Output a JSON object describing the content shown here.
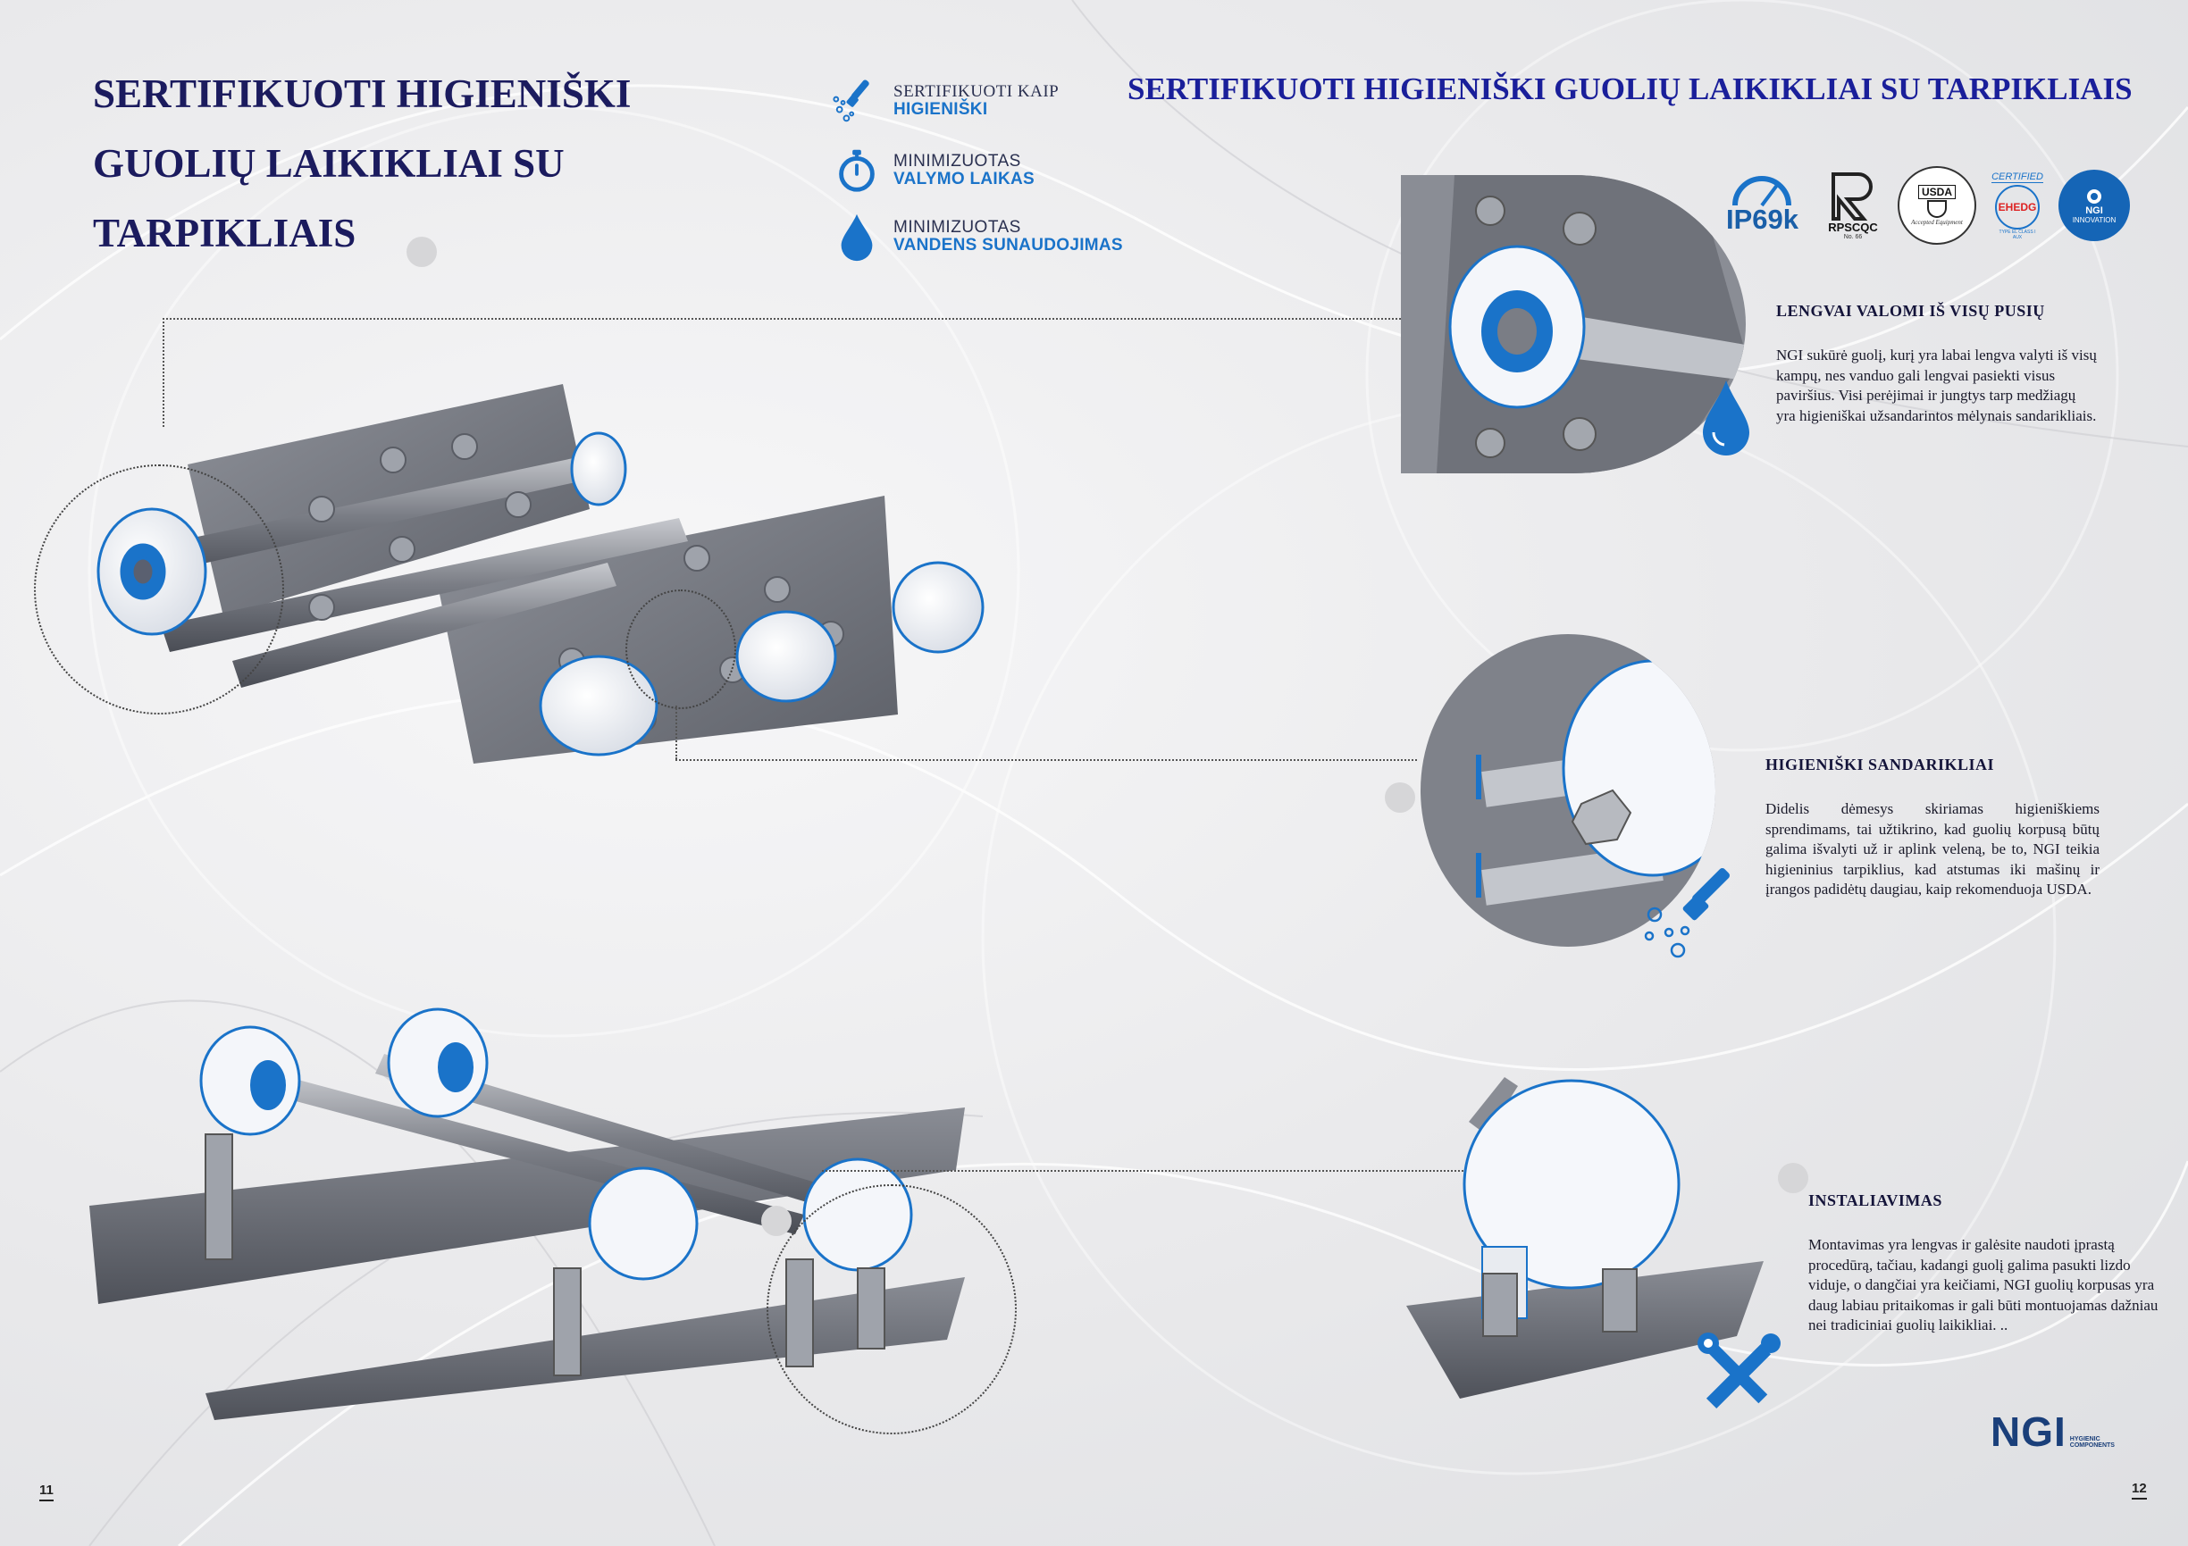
{
  "left": {
    "title_lines": [
      "SERTIFIKUOTI HIGIENIŠKI",
      "GUOLIŲ LAIKIKLIAI SU",
      "TARPIKLIAIS"
    ],
    "page_number": "11"
  },
  "features": [
    {
      "line1": "SERTIFIKUOTI KAIP",
      "line2": "HIGIENIŠKI",
      "icon": "spray-nozzle-icon"
    },
    {
      "line1": "MINIMIZUOTAS",
      "line2": "VALYMO LAIKAS",
      "icon": "stopwatch-icon"
    },
    {
      "line1": "MINIMIZUOTAS",
      "line2": "VANDENS SUNAUDOJIMAS",
      "icon": "water-drop-icon"
    }
  ],
  "right": {
    "title": "SERTIFIKUOTI HIGIENIŠKI GUOLIŲ LAIKIKLIAI SU TARPIKLIAIS",
    "page_number": "12",
    "certifications": [
      {
        "text": "IP69k"
      },
      {
        "text": "RPSCQC",
        "sub": "No. 66"
      },
      {
        "text": "USDA",
        "sub": "Accepted Equipment"
      },
      {
        "text": "CERTIFIED",
        "mid": "EHEDG",
        "sub": "TYPE EL CLASS I AUX"
      },
      {
        "text": "NGI",
        "sub": "INNOVATION"
      }
    ],
    "sections": [
      {
        "heading": "LENGVAI VALOMI IŠ VISŲ PUSIŲ",
        "lines": [
          "NGI sukūrė guolį, kurį yra labai lengva valyti iš visų",
          "kampų, nes vanduo gali lengvai pasiekti visus",
          "paviršius. Visi perėjimai ir jungtys tarp medžiagų",
          "yra higieniškai užsandarintos mėlynais sandarikliais."
        ]
      },
      {
        "heading": "HIGIENIŠKI SANDARIKLIAI",
        "text": "Didelis dėmesys skiriamas higieniškiems sprendimams, tai užtikrino, kad guolių korpusą būtų galima išvalyti už ir aplink veleną, be to, NGI teikia higieninius tarpiklius, kad atstumas iki mašinų ir įrangos padidėtų daugiau, kaip rekomenduoja USDA."
      },
      {
        "heading": "INSTALIAVIMAS",
        "text": "Montavimas yra lengvas ir galėsite naudoti įprastą procedūrą, tačiau, kadangi guolį galima pasukti lizdo viduje, o dangčiai yra keičiami, NGI guolių korpusas yra daug labiau pritaikomas ir gali būti montuojamas dažniau nei tradiciniai guolių laikikliai. .."
      }
    ],
    "brand": {
      "name": "NGI",
      "tagline1": "HYGIENIC",
      "tagline2": "COMPONENTS"
    }
  },
  "colors": {
    "title_left": "#1b1b5e",
    "title_right": "#1a1f9a",
    "accent_blue": "#1a73c9",
    "steel": "#7d8088"
  }
}
